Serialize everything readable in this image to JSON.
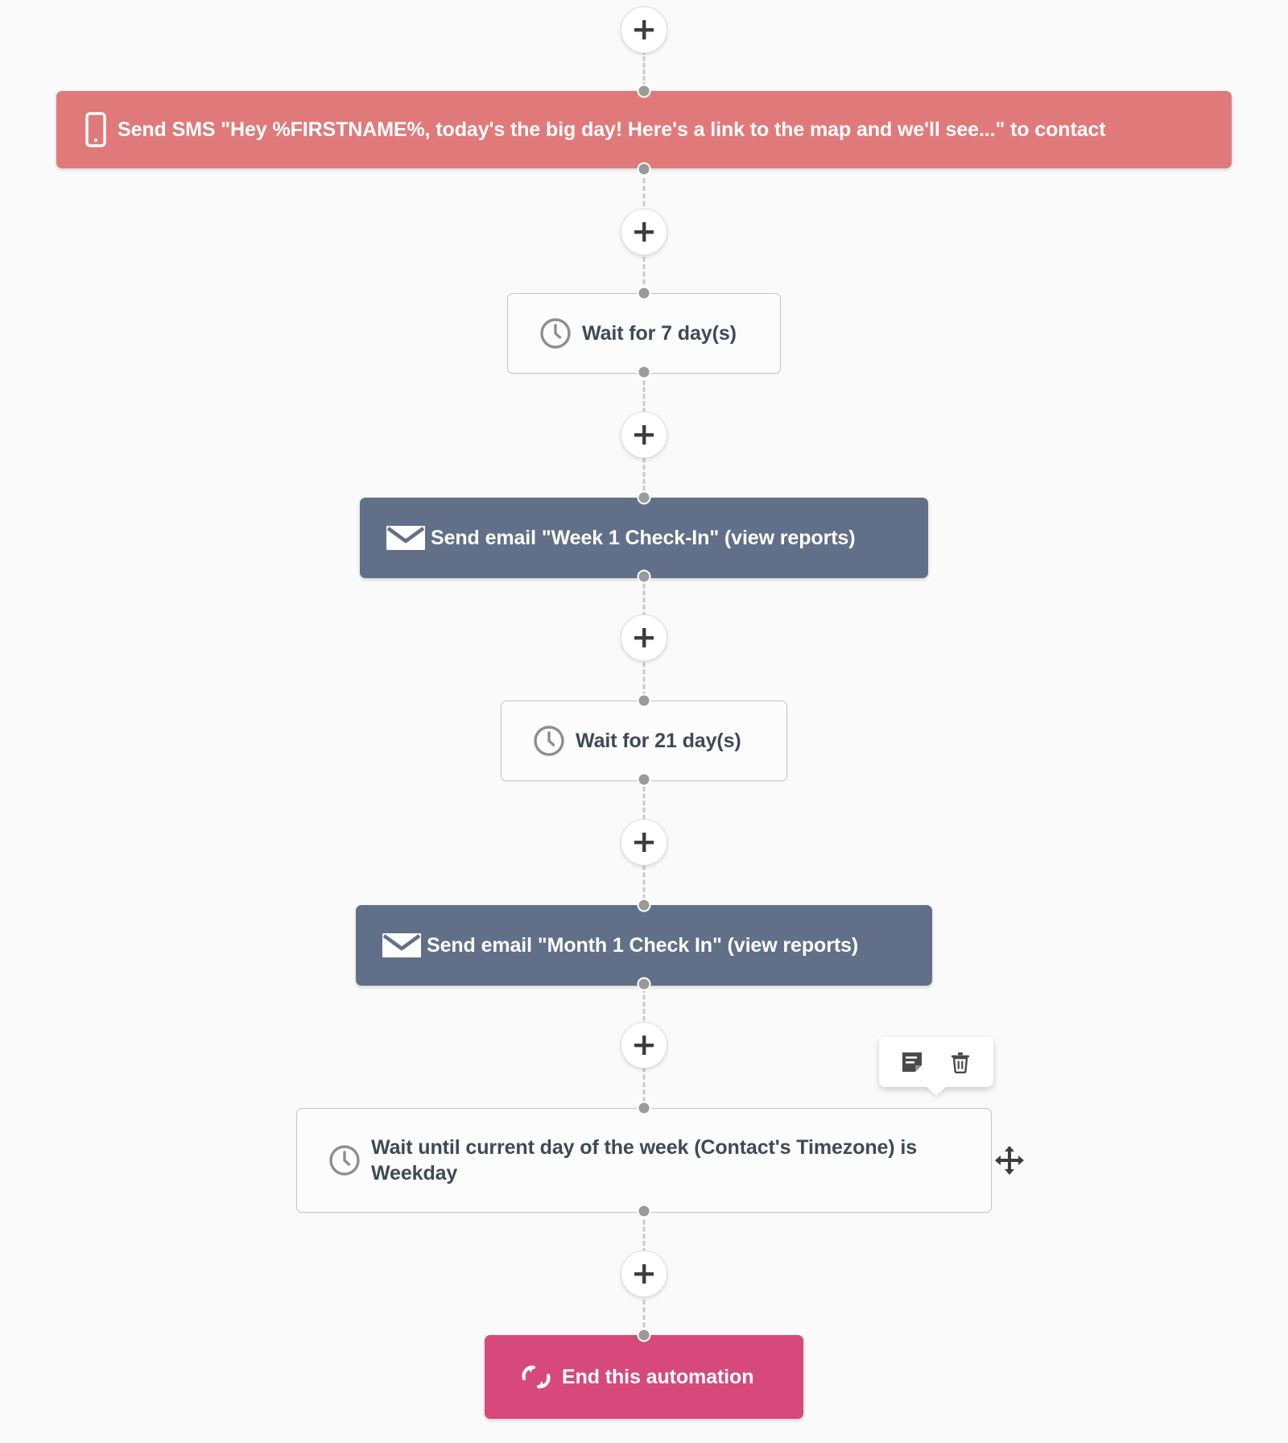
{
  "canvas": {
    "background": "#fafafa",
    "rail_color": "#c9c9c9",
    "dot_color": "#9a9a9a"
  },
  "colors": {
    "sms_block": "#e07a7a",
    "email_block": "#617088",
    "end_block": "#d6497a",
    "wait_block": "#fcfcfc",
    "wait_border": "#c5c5c5",
    "wait_text": "#3f4a57",
    "icon_dark": "#4a4a4a"
  },
  "add_buttons": [
    {
      "label": "+",
      "name": "add-step-button-1"
    },
    {
      "label": "+",
      "name": "add-step-button-2"
    },
    {
      "label": "+",
      "name": "add-step-button-3"
    },
    {
      "label": "+",
      "name": "add-step-button-4"
    },
    {
      "label": "+",
      "name": "add-step-button-5"
    },
    {
      "label": "+",
      "name": "add-step-button-6"
    },
    {
      "label": "+",
      "name": "add-step-button-7"
    }
  ],
  "steps": [
    {
      "id": "sms-step",
      "type": "sms",
      "icon": "mobile-phone-icon",
      "label": "Send SMS \"Hey %FIRSTNAME%, today's the big day! Here's a link to the map and we'll see...\" to contact"
    },
    {
      "id": "wait-7-days-step",
      "type": "wait",
      "icon": "clock-icon",
      "label": "Wait for 7 day(s)"
    },
    {
      "id": "email-week-1-step",
      "type": "email",
      "icon": "envelope-icon",
      "label": "Send email \"Week 1 Check-In\" (view reports)"
    },
    {
      "id": "wait-21-days-step",
      "type": "wait",
      "icon": "clock-icon",
      "label": "Wait for 21 day(s)"
    },
    {
      "id": "email-month-1-step",
      "type": "email",
      "icon": "envelope-icon",
      "label": "Send email \"Month 1 Check In\" (view reports)"
    },
    {
      "id": "wait-until-weekday-step",
      "type": "wait-wide",
      "icon": "clock-icon",
      "label": "Wait until current day of the week (Contact's Timezone) is Weekday"
    },
    {
      "id": "end-automation-step",
      "type": "end",
      "icon": "end-automation-icon",
      "label": "End this automation"
    }
  ],
  "action_bubble": {
    "note_button": {
      "name": "note-icon",
      "title": "Note"
    },
    "delete_button": {
      "name": "trash-icon",
      "title": "Delete"
    }
  },
  "drag_handle": {
    "name": "move-icon",
    "title": "Move step"
  }
}
